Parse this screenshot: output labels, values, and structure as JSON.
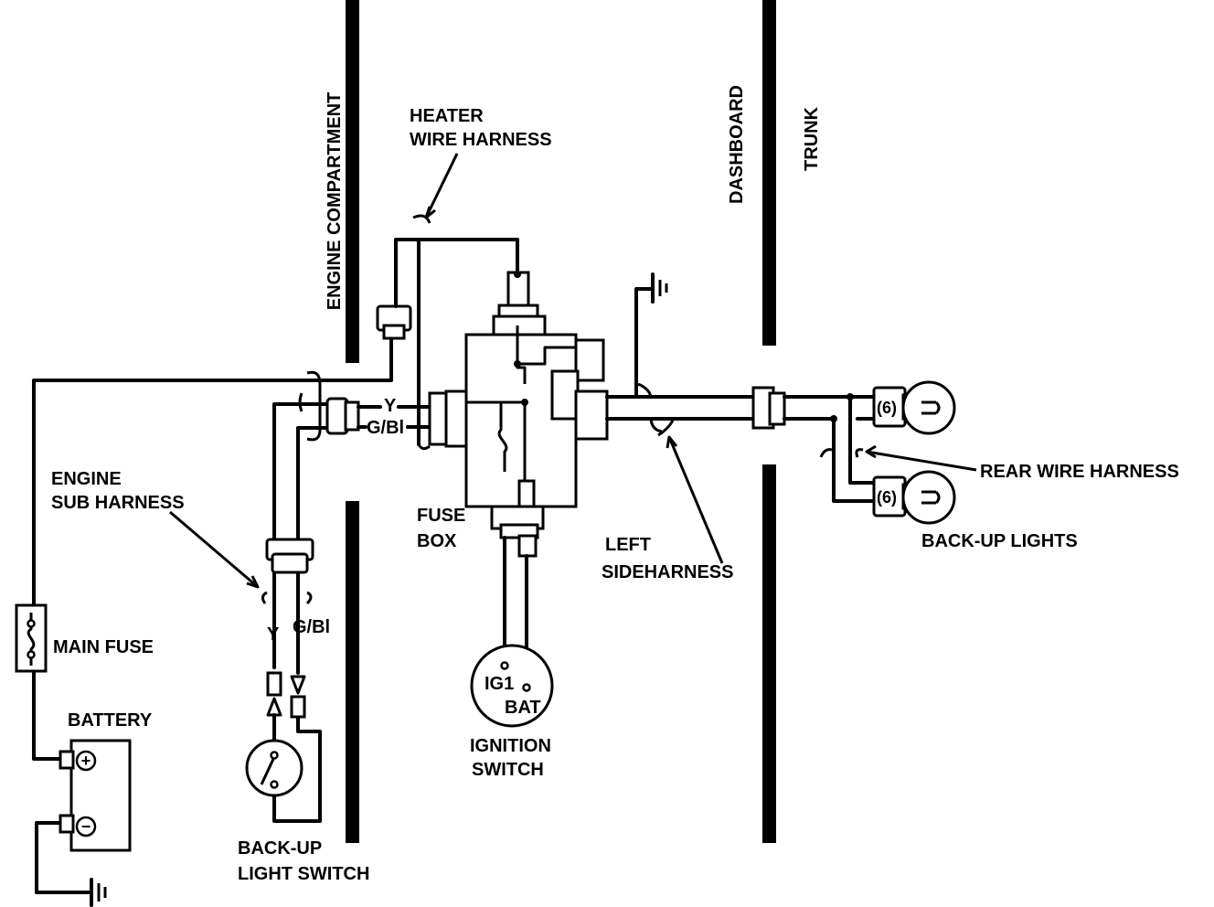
{
  "zones": {
    "engine_compartment": "ENGINE COMPARTMENT",
    "dashboard": "DASHBOARD",
    "trunk": "TRUNK"
  },
  "labels": {
    "heater_line1": "HEATER",
    "heater_line2": "WIRE HARNESS",
    "engine_sub_line1": "ENGINE",
    "engine_sub_line2": "SUB HARNESS",
    "main_fuse": "MAIN FUSE",
    "battery": "BATTERY",
    "backup_switch_line1": "BACK-UP",
    "backup_switch_line2": "LIGHT SWITCH",
    "fuse_box_line1": "FUSE",
    "fuse_box_line2": "BOX",
    "ignition_line1": "IGNITION",
    "ignition_line2": "SWITCH",
    "ig1": "IG1",
    "bat": "BAT",
    "left_line1": "LEFT",
    "left_line2": "SIDEHARNESS",
    "rear_wire_harness": "REAR WIRE HARNESS",
    "backup_lights": "BACK-UP LIGHTS",
    "wire_y": "Y",
    "wire_gbl": "G/Bl",
    "plus": "+",
    "minus": "−",
    "bulb_rating_1": "(6)",
    "bulb_rating_2": "(6)"
  }
}
